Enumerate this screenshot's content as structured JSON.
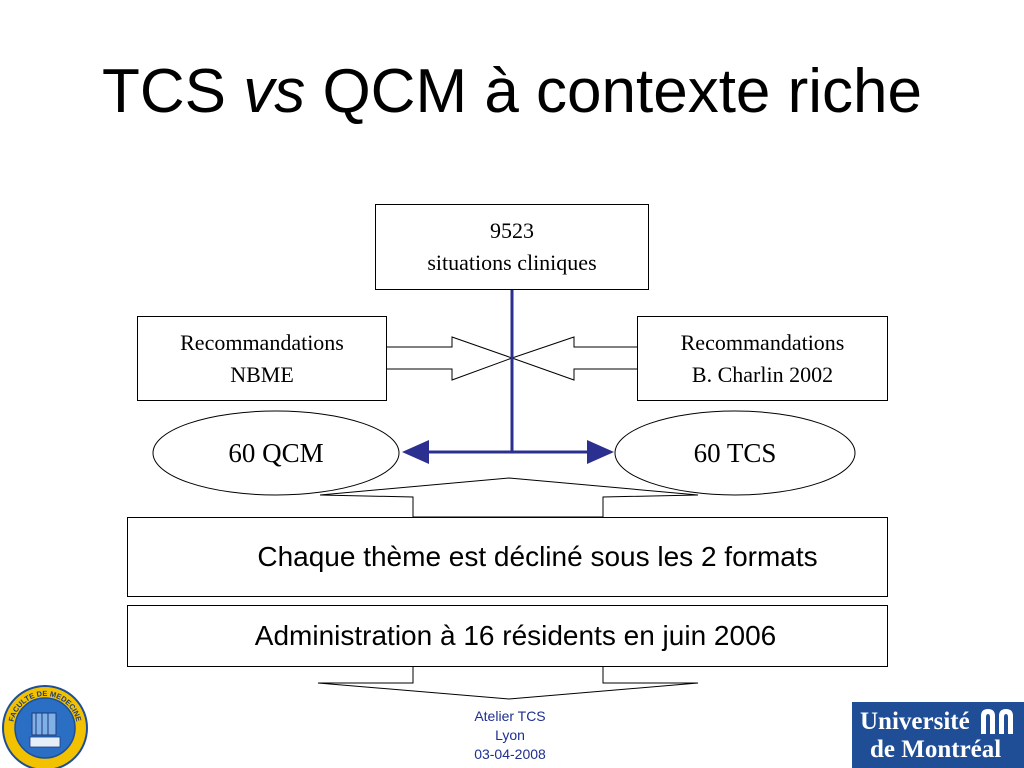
{
  "slide": {
    "title_part1": "TCS ",
    "title_italic": "vs",
    "title_part2": " QCM à contexte riche"
  },
  "diagram": {
    "top_box": {
      "line1": "9523",
      "line2": "situations cliniques"
    },
    "left_box": {
      "line1": "Recommandations",
      "line2": "NBME"
    },
    "right_box": {
      "line1": "Recommandations",
      "line2": "B. Charlin 2002"
    },
    "left_ellipse": "60 QCM",
    "right_ellipse": "60 TCS",
    "box_theme": "Chaque thème est décliné sous les 2 formats",
    "box_admin": "Administration à 16 résidents en juin 2006",
    "colors": {
      "connector": "#2b2f8f",
      "outline": "#000000"
    }
  },
  "footer": {
    "line1": "Atelier TCS",
    "line2": "Lyon",
    "line3": "03-04-2008",
    "color": "#1f2f8f"
  },
  "logos": {
    "left": {
      "icon": "faculte-de-medecine-seal-icon",
      "text": "FACULTE DE MEDECINE"
    },
    "right": {
      "icon": "universite-de-montreal-logo-icon",
      "line1": "Université",
      "line2": "de Montréal"
    }
  }
}
